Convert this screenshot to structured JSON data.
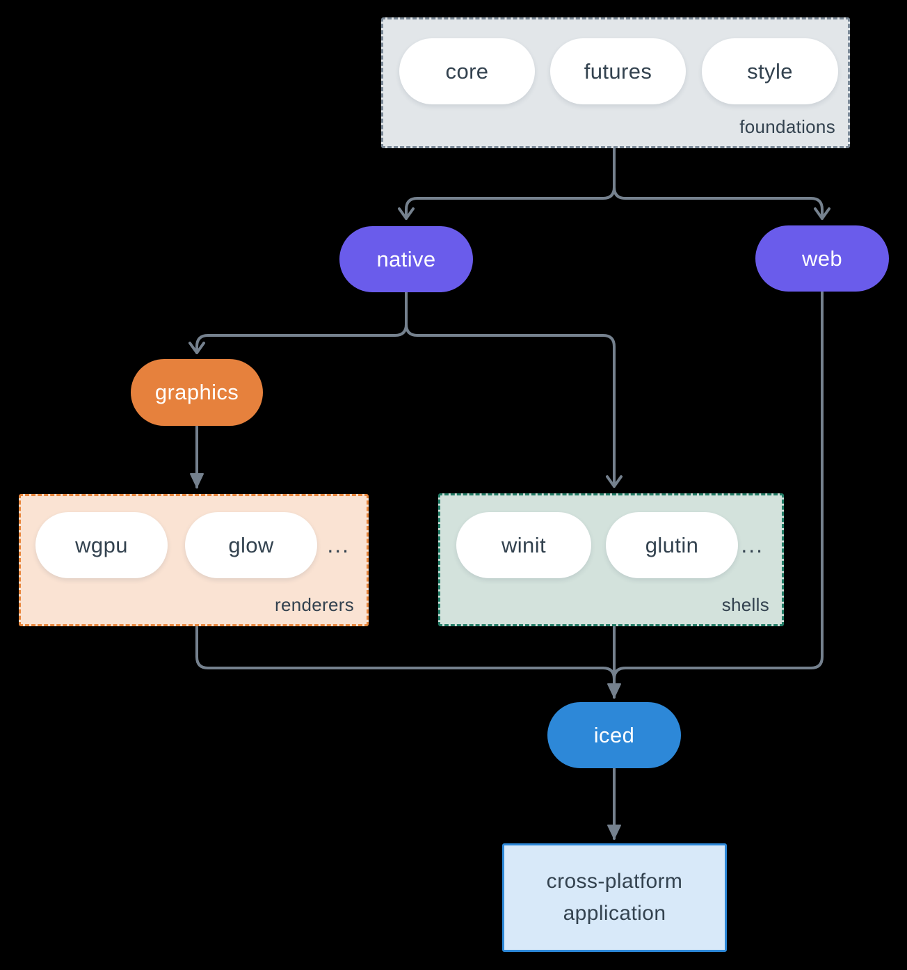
{
  "groups": {
    "foundations": {
      "label": "foundations",
      "pills": [
        "core",
        "futures",
        "style"
      ]
    },
    "renderers": {
      "label": "renderers",
      "pills": [
        "wgpu",
        "glow"
      ],
      "ellipsis": "..."
    },
    "shells": {
      "label": "shells",
      "pills": [
        "winit",
        "glutin"
      ],
      "ellipsis": "..."
    }
  },
  "nodes": {
    "native": {
      "label": "native"
    },
    "web": {
      "label": "web"
    },
    "graphics": {
      "label": "graphics"
    },
    "iced": {
      "label": "iced"
    },
    "application": {
      "label": "cross-platform application"
    }
  },
  "colors": {
    "background": "#000000",
    "edge": "#75818E",
    "purple": "#6A5CEB",
    "orange": "#E6813D",
    "blue": "#2D88D8",
    "dark_text": "#33424F",
    "foundations_fill": "#E2E6E9",
    "foundations_border": "#7A8896",
    "renderers_fill": "#FAE3D3",
    "renderers_border": "#E8863C",
    "shells_fill": "#D3E2DC",
    "shells_border": "#227C66",
    "application_fill": "#D8E9F9",
    "application_border": "#2D88D8"
  }
}
